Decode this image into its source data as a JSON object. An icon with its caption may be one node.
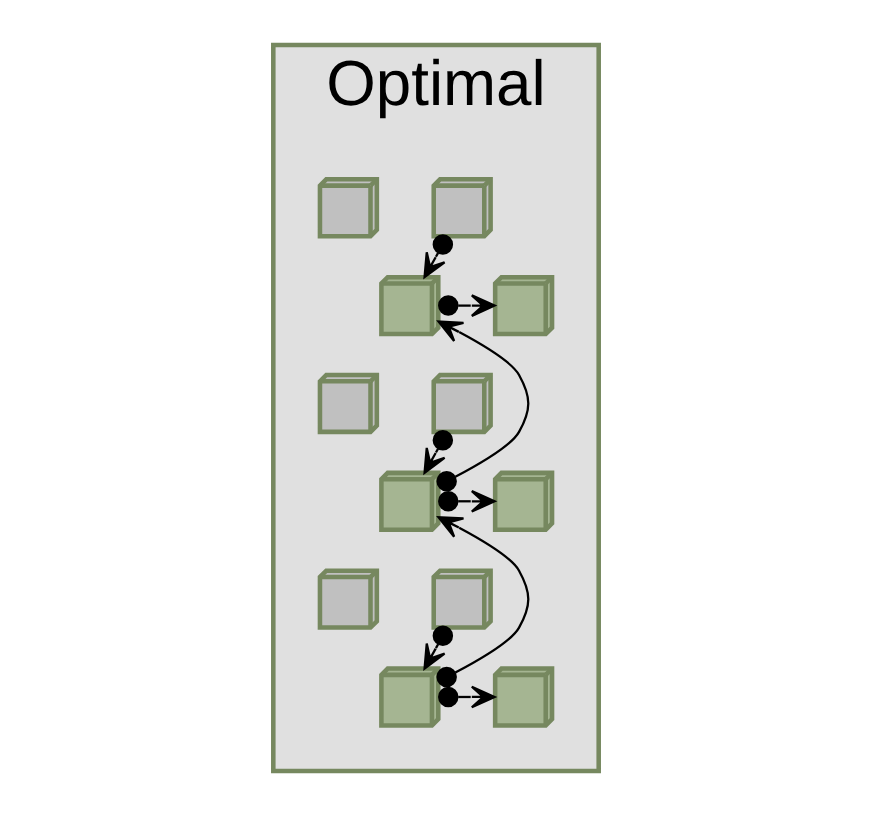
{
  "diagram": {
    "nodes": [
      {
        "text": [
          "Optimal"
        ]
      },
      {
        "text": [],
        "shape": "box",
        "in": 0
      },
      {
        "text": [],
        "shape": "box",
        "in": 0
      },
      {
        "text": [],
        "shape": "box",
        "in": 0
      },
      {
        "text": [],
        "shape": "box",
        "in": 0
      },
      {
        "text": [],
        "shape": "box",
        "in": 0
      },
      {
        "text": [],
        "shape": "box",
        "in": 0
      },
      {
        "text": [],
        "shape": "box",
        "in": 0
      },
      {
        "text": [],
        "shape": "box",
        "in": 0
      },
      {
        "text": [],
        "shape": "box",
        "in": 0
      },
      {
        "text": [],
        "shape": "box",
        "in": 0
      },
      {
        "text": [],
        "shape": "box",
        "in": 0
      },
      {
        "text": [],
        "shape": "box",
        "in": 0
      }
    ],
    "edges": [
      {
        "from": 1,
        "to": 3,
        "arrow": "to"
      },
      {
        "from": 3,
        "to": 4,
        "arrow": "to"
      },
      {
        "from": 5,
        "to": 7,
        "arrow": "to"
      },
      {
        "from": 7,
        "to": 3,
        "arrow": "to"
      },
      {
        "from": 7,
        "to": 8,
        "arrow": "to"
      },
      {
        "from": 9,
        "to": 11,
        "arrow": "to"
      },
      {
        "from": 11,
        "to": 7,
        "arrow": "to"
      },
      {
        "from": 11,
        "to": 12,
        "arrow": "to"
      }
    ]
  }
}
